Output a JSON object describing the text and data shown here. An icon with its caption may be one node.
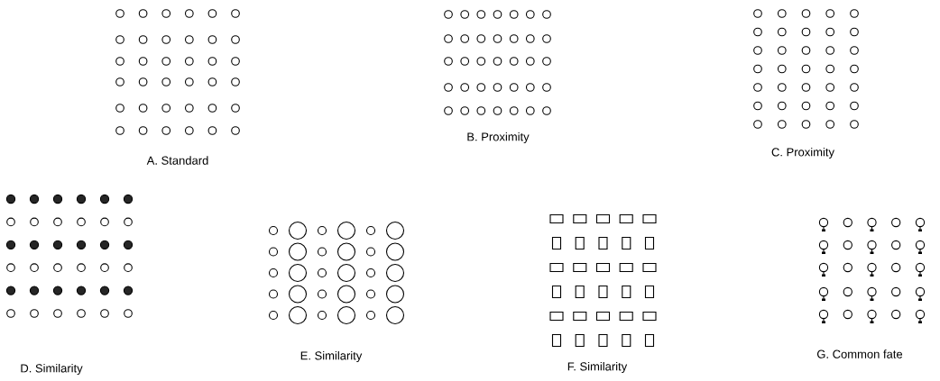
{
  "diagram": {
    "labels": [
      "A. Standard",
      "B. Proximity",
      "C. Proximity",
      "D. Similarity",
      "E. Similarity",
      "F. Similarity",
      "G. Common fate"
    ]
  }
}
